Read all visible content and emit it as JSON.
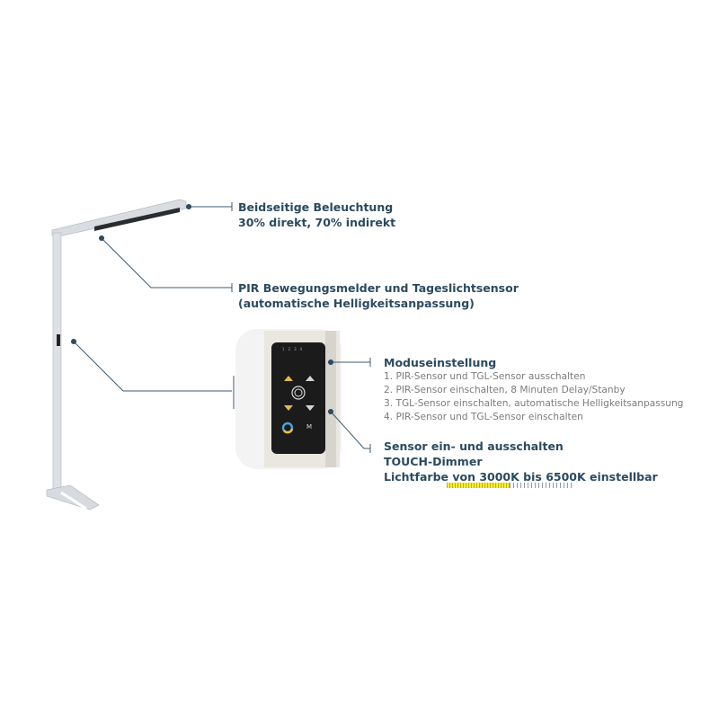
{
  "callouts": {
    "lighting": {
      "line1": "Beidseitige Beleuchtung",
      "line2": "30% direkt, 70% indirekt"
    },
    "sensor": {
      "line1": "PIR Bewegungsmelder und Tageslichtsensor",
      "line2": "(automatische Helligkeitsanpassung)"
    },
    "modes": {
      "title": "Moduseinstellung",
      "items": [
        "1. PIR-Sensor und TGL-Sensor ausschalten",
        "2. PIR-Sensor einschalten, 8 Minuten Delay/Stanby",
        "3. TGL-Sensor einschalten, automatische Helligkeitsanpassung",
        "4. PIR-Sensor und TGL-Sensor einschalten"
      ]
    },
    "touch": {
      "line1": "Sensor ein- und ausschalten",
      "line2": "TOUCH-Dimmer",
      "line3": "Lichtfarbe von 3000K bis 6500K einstellbar"
    }
  },
  "remote": {
    "mode_numbers": [
      "1",
      "2",
      "3",
      "4"
    ],
    "mode_button": "M"
  },
  "colors": {
    "accent": "#2b4a60",
    "ruler": "#f4ec3c"
  }
}
